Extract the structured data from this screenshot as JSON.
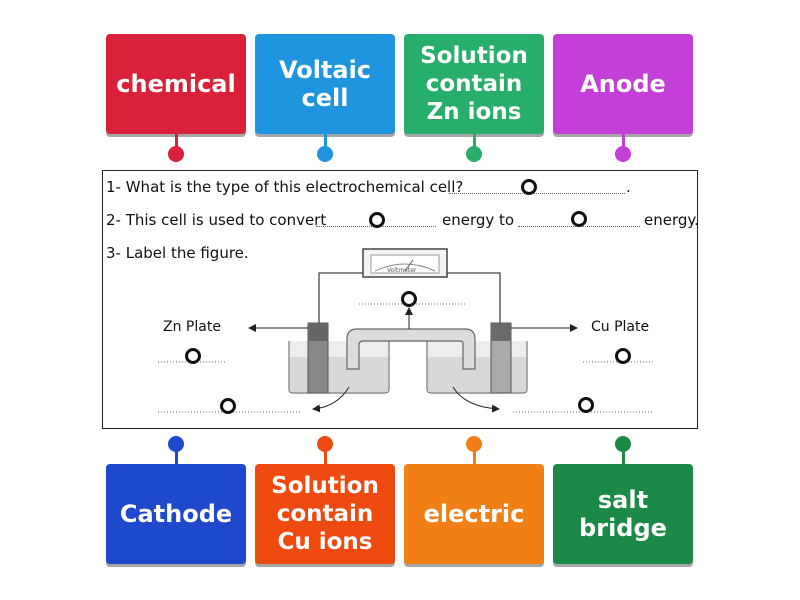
{
  "tiles_top": [
    {
      "label": "chemical",
      "color": "#d9213a"
    },
    {
      "label": "Voltaic\ncell",
      "color": "#1f95e0"
    },
    {
      "label": "Solution\ncontain\nZn ions",
      "color": "#27ae6b"
    },
    {
      "label": "Anode",
      "color": "#c43ed8"
    }
  ],
  "tiles_bottom": [
    {
      "label": "Cathode",
      "color": "#1f49cc"
    },
    {
      "label": "Solution\ncontain\nCu ions",
      "color": "#ee4a10"
    },
    {
      "label": "electric",
      "color": "#f07f16"
    },
    {
      "label": "salt\nbridge",
      "color": "#1b8a47"
    }
  ],
  "questions": {
    "q1": "1- What is the type of this electrochemical cell?",
    "q1_end": ".",
    "q2_start": "2- This cell is used to convert",
    "q2_mid": "energy to",
    "q2_end": "energy.",
    "q3": "3- Label the figure."
  },
  "figure": {
    "zn_plate": "Zn Plate",
    "cu_plate": "Cu Plate",
    "voltmeter": "Voltmeter"
  },
  "icons": {
    "drop_target": "circle-outline-icon"
  }
}
